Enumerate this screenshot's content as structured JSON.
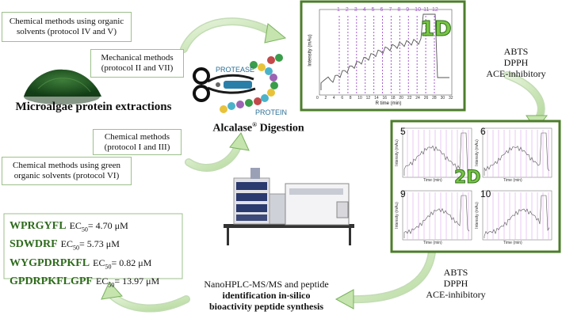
{
  "boxes": {
    "organic": "Chemical methods using organic solvents (protocol  IV and V)",
    "mechanical": "Mechanical methods (protocol II and VII)",
    "chemical": "Chemical methods (protocol I and III)",
    "green": "Chemical methods using green organic solvents (protocol  VI)"
  },
  "extraction_title": "Microalgae protein extractions",
  "digestion": {
    "name": "Alcalase",
    "suffix": "Digestion",
    "mark": "®"
  },
  "enzyme": {
    "protease": "PROTEASE",
    "protein": "PROTEIN"
  },
  "assays_1": [
    "ABTS",
    "DPPH",
    "ACE-inhibitory"
  ],
  "assays_2": [
    "ABTS",
    "DPPH",
    "ACE-inhibitory"
  ],
  "badge_1d": "1D",
  "badge_2d": "2D",
  "chrom_1d": {
    "fractions": [
      "1",
      "2",
      "3",
      "4",
      "5",
      "6",
      "7",
      "8",
      "9",
      "10",
      "11",
      "12"
    ],
    "xlabel": "R time (min)",
    "ylabel": "Intensity (mAu)",
    "xticks": [
      "0",
      "2",
      "4",
      "6",
      "8",
      "10",
      "12",
      "14",
      "16",
      "18",
      "20",
      "22",
      "24",
      "26",
      "28",
      "30",
      "32"
    ]
  },
  "panels_2d": [
    "5",
    "6",
    "9",
    "10"
  ],
  "panel_xlabel": "Time (min)",
  "panel_ylabel": "Intensity (mAu)",
  "peptides": [
    {
      "seq": "WPRGYFL",
      "label": "EC",
      "sub": "50",
      "value": "= 4.70 μM"
    },
    {
      "seq": "SDWDRF",
      "label": "EC",
      "sub": "50",
      "value": "= 5.73 μM"
    },
    {
      "seq": "WYGPDRPKFL",
      "label": "EC",
      "sub": "50",
      "value": "= 0.82 μM"
    },
    {
      "seq": "GPDRPKFLGPF",
      "label": "EC",
      "sub": "50",
      "value": "= 13.97 μM"
    }
  ],
  "nano": {
    "line1": "NanoHPLC-MS/MS and peptide",
    "line2": "identification in-silico",
    "line3": "bioactivity peptide synthesis"
  },
  "colors": {
    "frame": "#4d7d2b",
    "arrow_light": "#cfe8b8",
    "arrow_dark": "#2e6b1c",
    "fraction_line": "#a55ccf"
  }
}
